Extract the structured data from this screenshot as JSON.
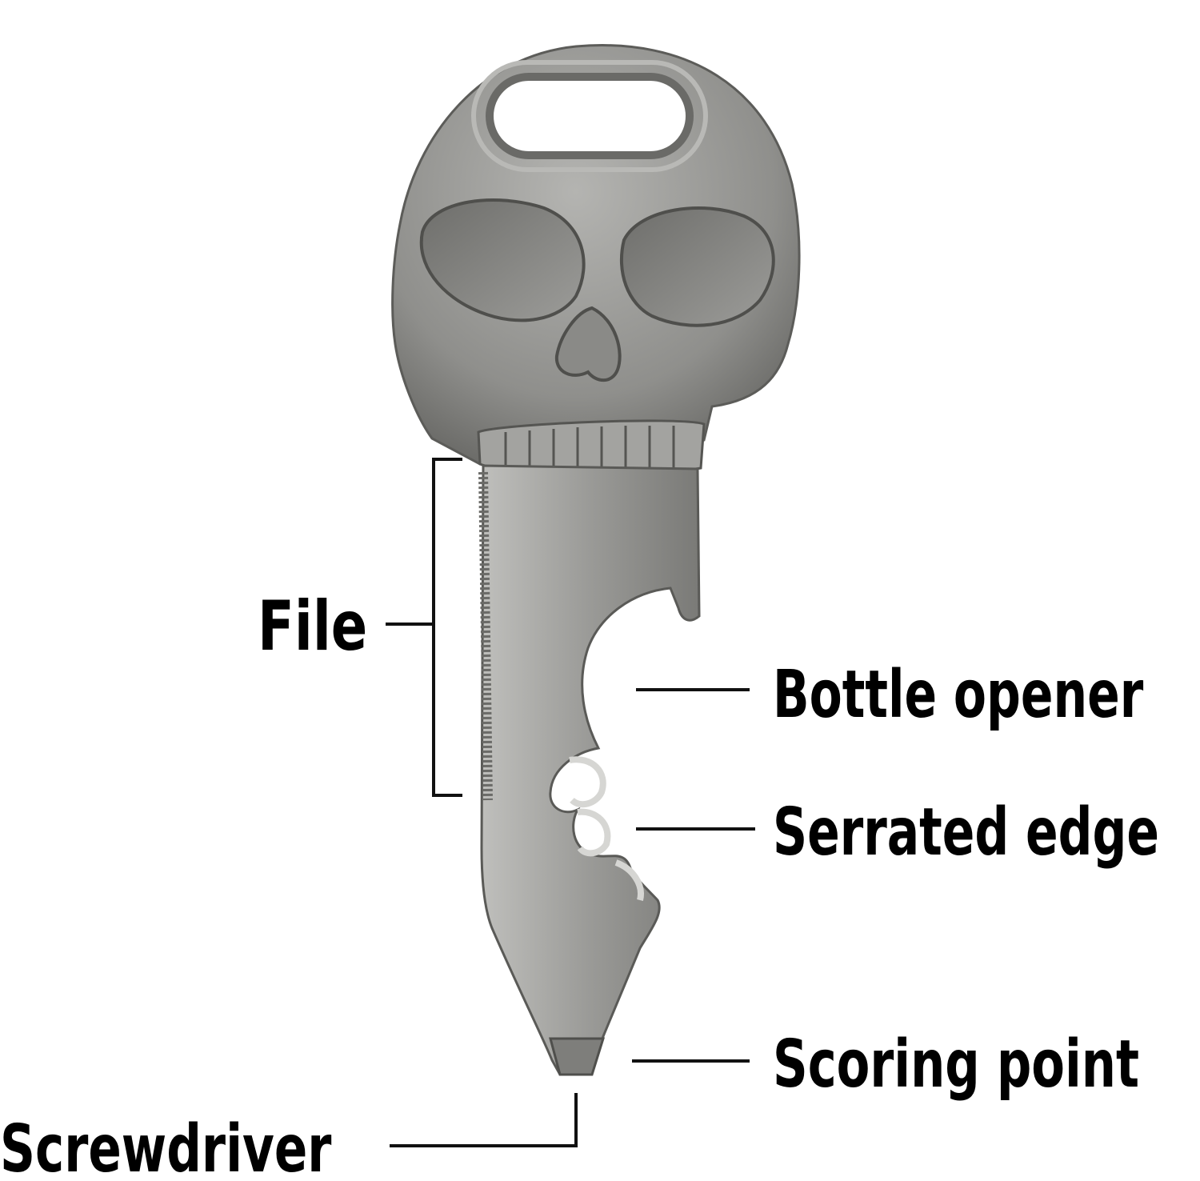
{
  "diagram": {
    "subject": "skull-shaped-key-multitool",
    "labels": {
      "file": "File",
      "bottle_opener": "Bottle opener",
      "serrated_edge": "Serrated edge",
      "scoring_point": "Scoring point",
      "screwdriver": "Screwdriver"
    },
    "colors": {
      "background": "#ffffff",
      "text": "#000000",
      "leader_line": "#111111",
      "metal_light": "#d4d4d2",
      "metal_mid": "#a9a9a6",
      "metal_dark": "#5f5f5c"
    }
  }
}
